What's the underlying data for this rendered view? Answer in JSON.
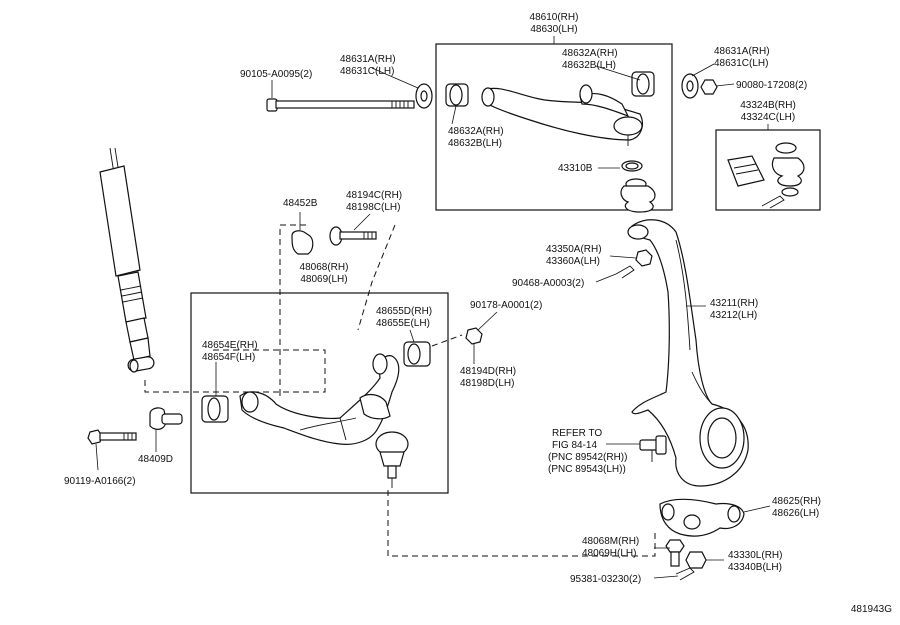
{
  "diagram_id": "481943G",
  "labels": {
    "l_48610": [
      "48610(RH)",
      "48630(LH)"
    ],
    "l_90105": [
      "90105-A0095(2)"
    ],
    "l_48631_left": [
      "48631A(RH)",
      "48631C(LH)"
    ],
    "l_48632AB_top": [
      "48632A(RH)",
      "48632B(LH)"
    ],
    "l_48632AB_bottom": [
      "48632A(RH)",
      "48632B(LH)"
    ],
    "l_48631_right": [
      "48631A(RH)",
      "48631C(LH)"
    ],
    "l_90080": [
      "90080-17208(2)"
    ],
    "l_43310B": [
      "43310B"
    ],
    "l_43324": [
      "43324B(RH)",
      "43324C(LH)"
    ],
    "l_48452B": [
      "48452B"
    ],
    "l_48194C": [
      "48194C(RH)",
      "48198C(LH)"
    ],
    "l_48068": [
      "48068(RH)",
      "48069(LH)"
    ],
    "l_43350": [
      "43350A(RH)",
      "43360A(LH)"
    ],
    "l_90468": [
      "90468-A0003(2)"
    ],
    "l_90178": [
      "90178-A0001(2)"
    ],
    "l_48655": [
      "48655D(RH)",
      "48655E(LH)"
    ],
    "l_48654": [
      "48654E(RH)",
      "48654F(LH)"
    ],
    "l_43211": [
      "43211(RH)",
      "43212(LH)"
    ],
    "l_48194D": [
      "48194D(RH)",
      "48198D(LH)"
    ],
    "l_refer": [
      "REFER TO",
      "FIG 84-14",
      "(PNC 89542(RH))",
      "(PNC 89543(LH))"
    ],
    "l_48409D": [
      "48409D"
    ],
    "l_90119": [
      "90119-A0166(2)"
    ],
    "l_48625": [
      "48625(RH)",
      "48626(LH)"
    ],
    "l_48068M": [
      "48068M(RH)",
      "48069H(LH)"
    ],
    "l_43330": [
      "43330L(RH)",
      "43340B(LH)"
    ],
    "l_95381": [
      "95381-03230(2)"
    ]
  }
}
